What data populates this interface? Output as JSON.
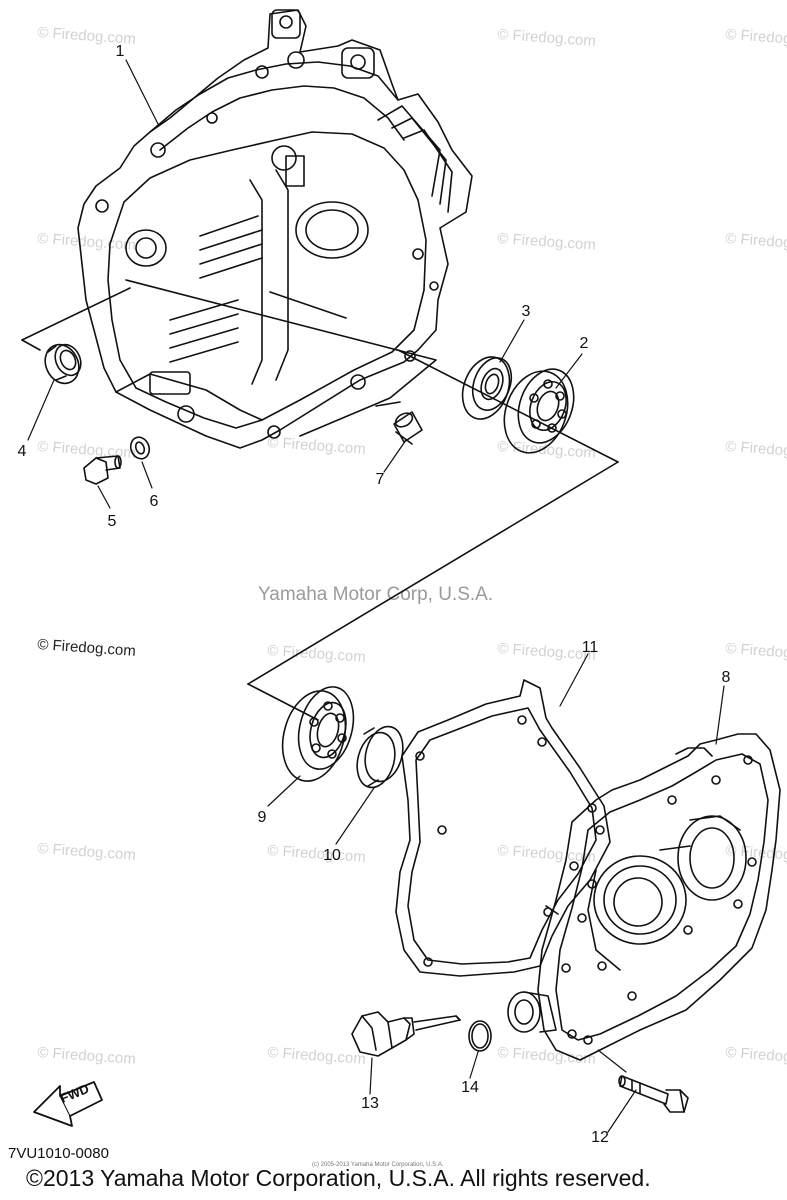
{
  "watermarks": {
    "firedog": "© Firedog.com",
    "yamaha": "Yamaha Motor Corp, U.S.A.",
    "tiny": "(c) 2005-2013 Yamaha Motor Corporation, U.S.A."
  },
  "callouts": [
    "1",
    "2",
    "3",
    "4",
    "5",
    "6",
    "7",
    "8",
    "9",
    "10",
    "11",
    "12",
    "13",
    "14"
  ],
  "fwd_label": "FWD",
  "diagram_code": "7VU1010-0080",
  "copyright": "©2013 Yamaha Motor Corporation, U.S.A. All rights reserved."
}
